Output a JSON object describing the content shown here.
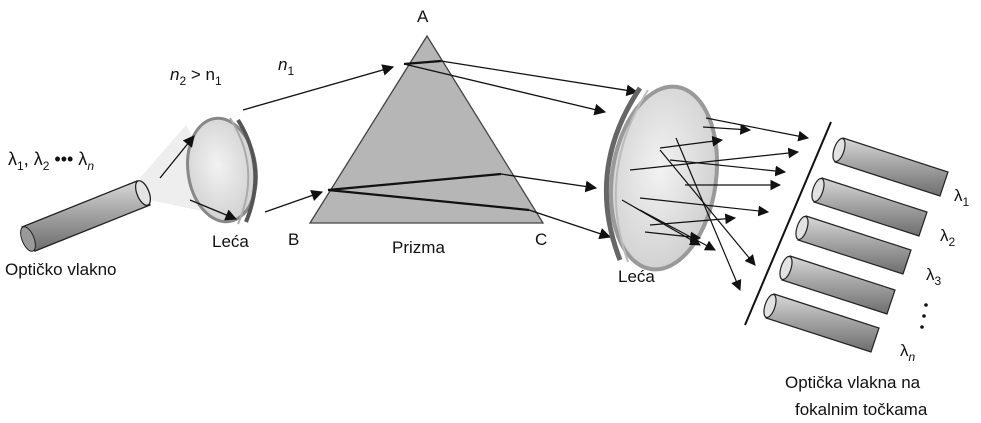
{
  "labels": {
    "input_lambda": "λ",
    "input_sub1": "1",
    "input_sep": ", λ",
    "input_sub2": "2",
    "input_dots": " ••• λ",
    "input_subn": "n",
    "n2": "n",
    "n2_sub": "2",
    "gt": " > n",
    "n1_sub_a": "1",
    "n1": "n",
    "n1_sub": "1",
    "fiber_label": "Optičko vlakno",
    "lens1_label": "Leća",
    "prism_label": "Prizma",
    "vertex_a": "A",
    "vertex_b": "B",
    "vertex_c": "C",
    "lens2_label": "Leća",
    "out1": "λ",
    "out1_sub": "1",
    "out2": "λ",
    "out2_sub": "2",
    "out3": "λ",
    "out3_sub": "3",
    "outn": "λ",
    "outn_sub": "n",
    "fibers_line1": "Optička vlakna na",
    "fibers_line2": "fokalnim točkama"
  },
  "colors": {
    "prism_fill": "#b4b4b4",
    "lens_fill": "#e6e6e6",
    "fiber_fill": "#a8a8a8",
    "beam_cone": "#ececec"
  }
}
